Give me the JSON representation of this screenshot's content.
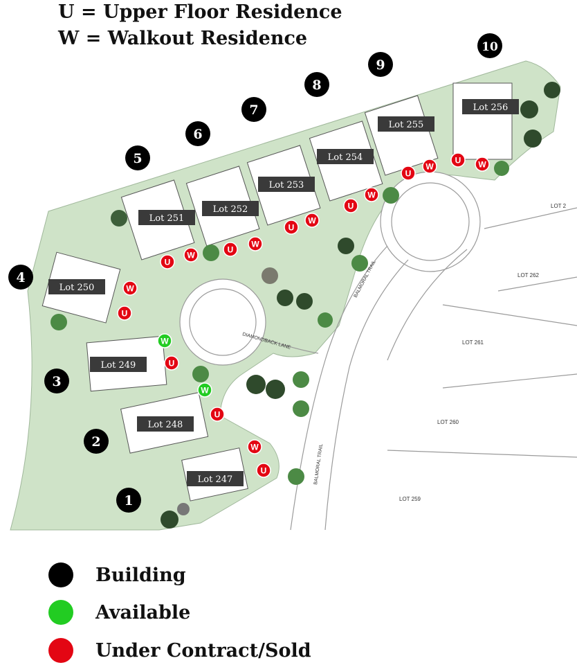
{
  "header": {
    "line1": "U = Upper Floor Residence",
    "line2": "W = Walkout Residence"
  },
  "colors": {
    "building": "#000000",
    "available": "#22cc22",
    "sold": "#e30613",
    "green": "#cfe3c8",
    "lot_label_bg": "#3a3a3a"
  },
  "buildings": [
    {
      "number": "1"
    },
    {
      "number": "2"
    },
    {
      "number": "3"
    },
    {
      "number": "4"
    },
    {
      "number": "5"
    },
    {
      "number": "6"
    },
    {
      "number": "7"
    },
    {
      "number": "8"
    },
    {
      "number": "9"
    },
    {
      "number": "10"
    }
  ],
  "lots": [
    {
      "label": "Lot 247"
    },
    {
      "label": "Lot 248"
    },
    {
      "label": "Lot 249"
    },
    {
      "label": "Lot 250"
    },
    {
      "label": "Lot 251"
    },
    {
      "label": "Lot 252"
    },
    {
      "label": "Lot 253"
    },
    {
      "label": "Lot 254"
    },
    {
      "label": "Lot 255"
    },
    {
      "label": "Lot 256"
    }
  ],
  "unit_markers": [
    {
      "letter": "W",
      "status": "sold"
    },
    {
      "letter": "U",
      "status": "sold"
    },
    {
      "letter": "U",
      "status": "sold"
    },
    {
      "letter": "W",
      "status": "available"
    },
    {
      "letter": "W",
      "status": "available"
    },
    {
      "letter": "U",
      "status": "sold"
    },
    {
      "letter": "W",
      "status": "sold"
    },
    {
      "letter": "U",
      "status": "sold"
    },
    {
      "letter": "U",
      "status": "sold"
    },
    {
      "letter": "W",
      "status": "sold"
    },
    {
      "letter": "U",
      "status": "sold"
    },
    {
      "letter": "W",
      "status": "sold"
    },
    {
      "letter": "U",
      "status": "sold"
    },
    {
      "letter": "W",
      "status": "sold"
    },
    {
      "letter": "U",
      "status": "sold"
    },
    {
      "letter": "W",
      "status": "sold"
    },
    {
      "letter": "U",
      "status": "sold"
    },
    {
      "letter": "W",
      "status": "sold"
    },
    {
      "letter": "U",
      "status": "sold"
    },
    {
      "letter": "W",
      "status": "sold"
    }
  ],
  "neighbor_lots": [
    {
      "label": "LOT 262"
    },
    {
      "label": "LOT 261"
    },
    {
      "label": "LOT 260"
    },
    {
      "label": "LOT 259"
    },
    {
      "label": "LOT 2"
    }
  ],
  "streets": [
    {
      "label": "DIAMONDBACK LANE"
    },
    {
      "label": "BALMORAL TRAIL"
    },
    {
      "label": "BALMORAL TRAIL"
    }
  ],
  "legend": [
    {
      "label": "Building",
      "color": "#000000"
    },
    {
      "label": "Available",
      "color": "#22cc22"
    },
    {
      "label": "Under Contract/Sold",
      "color": "#e30613"
    }
  ]
}
